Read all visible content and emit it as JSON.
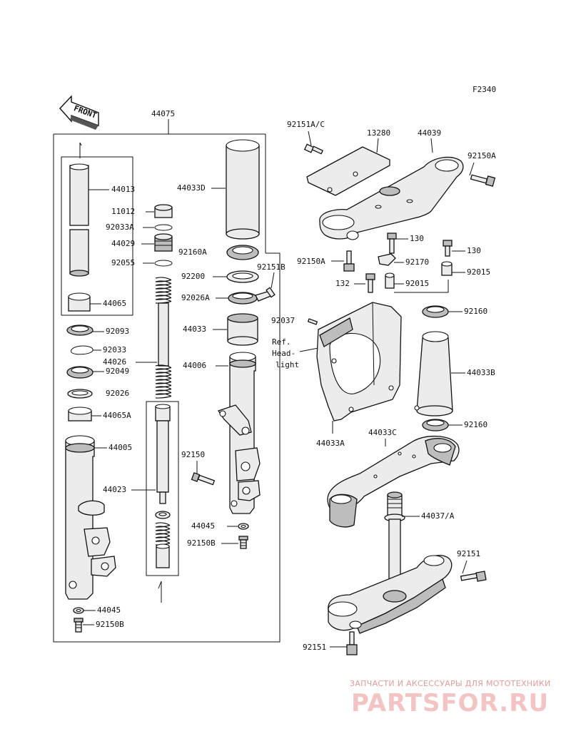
{
  "figure_code": "F2340",
  "front_arrow": "FRONT",
  "watermark": {
    "line1": "ЗАПЧАСТИ И АКСЕССУАРЫ ДЛЯ МОТОТЕХНИКИ",
    "line2": "PARTSFOR.RU"
  },
  "parts": {
    "p44075": "44075",
    "p44013": "44013",
    "p11012": "11012",
    "p92033A": "92033A",
    "p44029": "44029",
    "p92055": "92055",
    "p44065": "44065",
    "p92093": "92093",
    "p92033": "92033",
    "p44026": "44026",
    "p92049": "92049",
    "p92026": "92026",
    "p44065A": "44065A",
    "p44005": "44005",
    "p44023": "44023",
    "p44045_left": "44045",
    "p92150B_left": "92150B",
    "p44033D": "44033D",
    "p92160A": "92160A",
    "p92200": "92200",
    "p92151B": "92151B",
    "p92026A": "92026A",
    "p44033": "44033",
    "p44006": "44006",
    "p92150": "92150",
    "p44045_mid": "44045",
    "p92150B_mid": "92150B",
    "p92151AC": "92151A/C",
    "p13280": "13280",
    "p44039": "44039",
    "p92150A_top": "92150A",
    "p92150A_left": "92150A",
    "p130_a": "130",
    "p130_b": "130",
    "p92170": "92170",
    "p92015_a": "92015",
    "p132": "132",
    "p92015_b": "92015",
    "p92160_top": "92160",
    "p92037": "92037",
    "ref_line1": "Ref.",
    "ref_line2": "Head-",
    "ref_line3": "light",
    "p44033B": "44033B",
    "p92160_bot": "92160",
    "p44033A": "44033A",
    "p44033C": "44033C",
    "p44037A": "44037/A",
    "p92151_right": "92151",
    "p92151_bottom": "92151"
  }
}
